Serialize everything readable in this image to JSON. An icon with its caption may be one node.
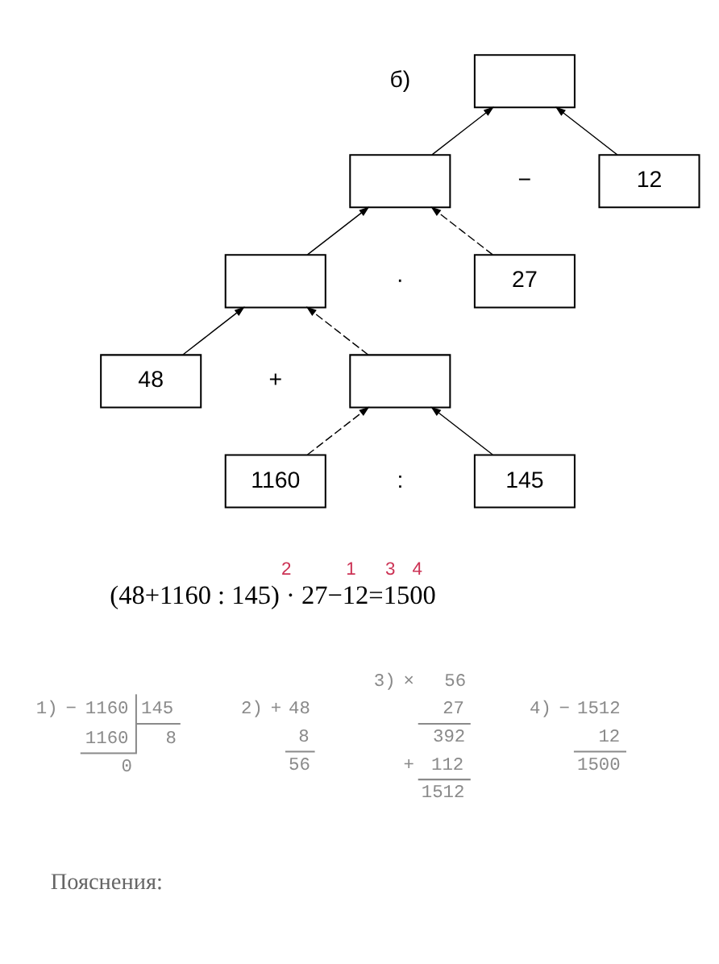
{
  "diagram": {
    "nodes": [
      {
        "text": [],
        "shape": "box"
      },
      {
        "text": [],
        "shape": "box"
      },
      {
        "text": [
          "12"
        ]
      },
      {
        "text": [],
        "shape": "box"
      },
      {
        "text": [
          "27"
        ]
      },
      {
        "text": [
          "48"
        ]
      },
      {
        "text": [],
        "shape": "box"
      },
      {
        "text": [
          "1160"
        ]
      },
      {
        "text": [
          "145"
        ]
      }
    ],
    "edges": [
      {
        "from": 1,
        "to": 0,
        "arrow": "to"
      },
      {
        "from": 2,
        "to": 0,
        "arrow": "to"
      },
      {
        "from": 3,
        "to": 1,
        "arrow": "to"
      },
      {
        "from": 4,
        "to": 1,
        "arrow": "to",
        "style": "dashed"
      },
      {
        "from": 5,
        "to": 3,
        "arrow": "to"
      },
      {
        "from": 6,
        "to": 3,
        "arrow": "to",
        "style": "dashed"
      },
      {
        "from": 7,
        "to": 6,
        "arrow": "to",
        "style": "dashed"
      },
      {
        "from": 8,
        "to": 6,
        "arrow": "to"
      }
    ],
    "labels": [
      "б)",
      "−",
      "·",
      "+",
      ":",
      "2",
      "1",
      "3",
      "4",
      "(48+1160 : 145) · 27−12=1500",
      "1)",
      "−",
      "1160",
      "145",
      "1160",
      "8",
      "0",
      "2)",
      "+",
      "48",
      "8",
      "56",
      "3)",
      "×",
      "56",
      "27",
      "392",
      "+",
      "112",
      "1512",
      "4)",
      "−",
      "1512",
      "12",
      "1500",
      "Пояснения:"
    ]
  }
}
